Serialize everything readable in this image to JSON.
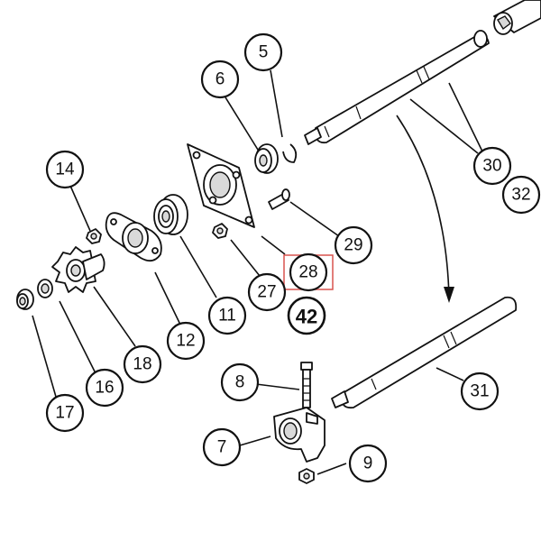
{
  "callouts": {
    "c5": "5",
    "c6": "6",
    "c14": "14",
    "c30": "30",
    "c32": "32",
    "c29": "29",
    "c28": "28",
    "c27": "27",
    "c11": "11",
    "c12": "12",
    "c18": "18",
    "c16": "16",
    "c17": "17",
    "c8": "8",
    "c7": "7",
    "c9": "9",
    "c31": "31"
  },
  "group_label": "42",
  "highlighted_callout": "28",
  "colors": {
    "ink": "#111111",
    "highlight": "#d9534f",
    "shade": "#d9d9d9"
  }
}
